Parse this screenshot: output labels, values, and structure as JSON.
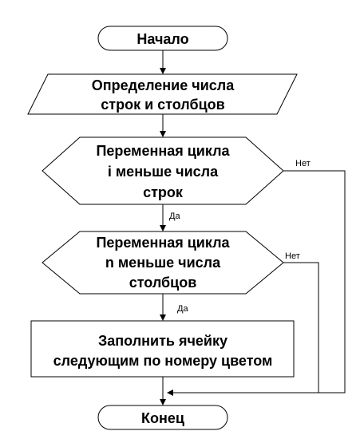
{
  "nodes": {
    "start": {
      "text": "Начало"
    },
    "input": {
      "line1": "Определение числа",
      "line2": "строк и столбцов"
    },
    "decision_rows": {
      "line1": "Переменная цикла",
      "line2": "i меньше числа",
      "line3": "строк"
    },
    "decision_cols": {
      "line1": "Переменная цикла",
      "line2": "n меньше числа",
      "line3": "столбцов"
    },
    "process": {
      "line1": "Заполнить ячейку",
      "line2": "следующим по номеру цветом"
    },
    "end": {
      "text": "Конец"
    }
  },
  "edges": {
    "rows_yes": "Да",
    "rows_no": "Нет",
    "cols_yes": "Да",
    "cols_no": "Нет"
  }
}
